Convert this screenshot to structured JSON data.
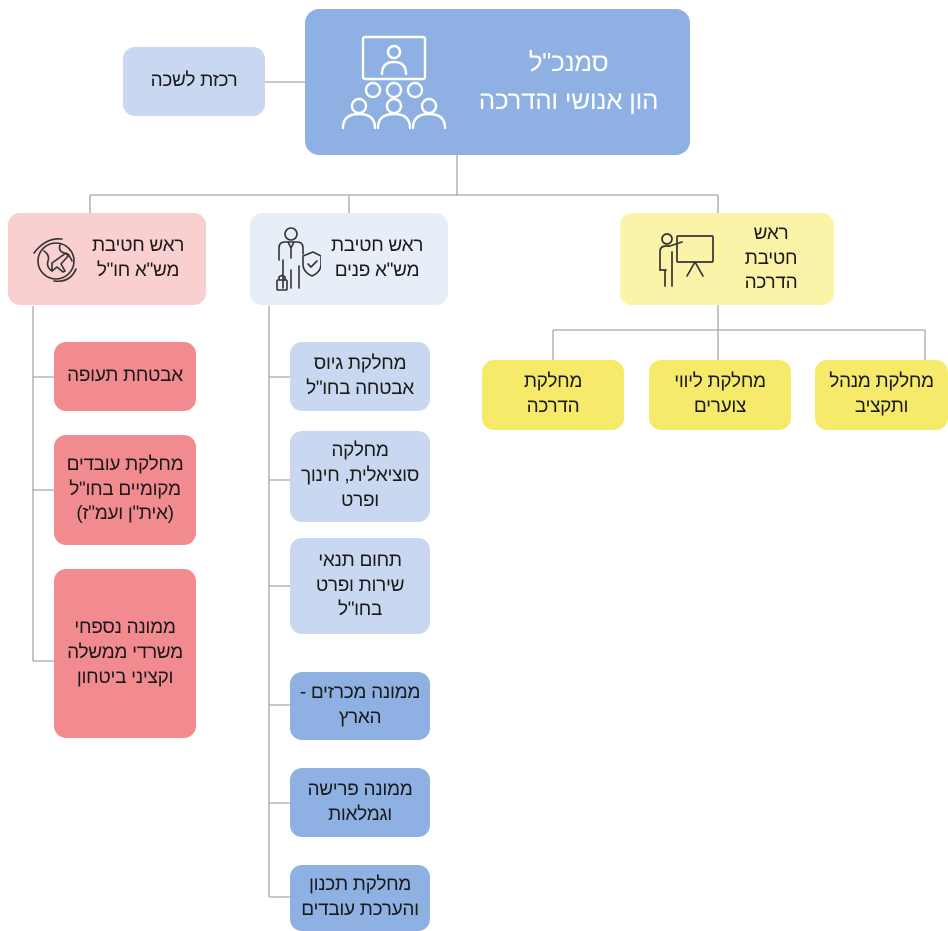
{
  "top": {
    "title": "סמנכ\"ל\nהון אנושי והדרכה",
    "icon": "presentation-audience-icon"
  },
  "secretary": {
    "label": "רכזת לשכה"
  },
  "divisions": {
    "abroad": {
      "label": "ראש חטיבת\nמש\"א חו\"ל",
      "icon": "globe-airplane-icon",
      "departments": [
        "אבטחת תעופה",
        "מחלקת עובדים\nמקומיים בחו\"ל\n(אית\"ן ועמ\"ז)",
        "ממונה נספחי\nמשרדי ממשלה\nוקציני ביטחון"
      ]
    },
    "domestic": {
      "label": "ראש חטיבת\nמש\"א פנים",
      "icon": "person-shield-icon",
      "departments": [
        "מחלקת גיוס\nאבטחה בחו\"ל",
        "מחלקה\nסוציאלית, חינוך\nופרט",
        "תחום תנאי\nשירות ופרט\nבחו\"ל",
        "ממונה מכרזים -\nהארץ",
        "ממונה פרישה\nוגמלאות",
        "מחלקת תכנון\nוהערכת עובדים"
      ]
    },
    "training": {
      "label": "ראש\nחטיבת\nהדרכה",
      "icon": "teacher-board-icon",
      "departments": [
        "מחלקת\nהדרכה",
        "מחלקת ליווי\nצוערים",
        "מחלקת מנהל\nותקציב"
      ]
    }
  },
  "colors": {
    "top": "#8eb0e2",
    "secretary": "#c9d8f0",
    "abroad_head": "#f9cfcf",
    "abroad_dept": "#f28b90",
    "domestic_head": "#e8eef8",
    "domestic_light": "#c9d8f0",
    "domestic_medium": "#8eb0e2",
    "training_head": "#fbf3a8",
    "training_dept": "#f6ea6a",
    "connector": "#a6a6a6"
  }
}
